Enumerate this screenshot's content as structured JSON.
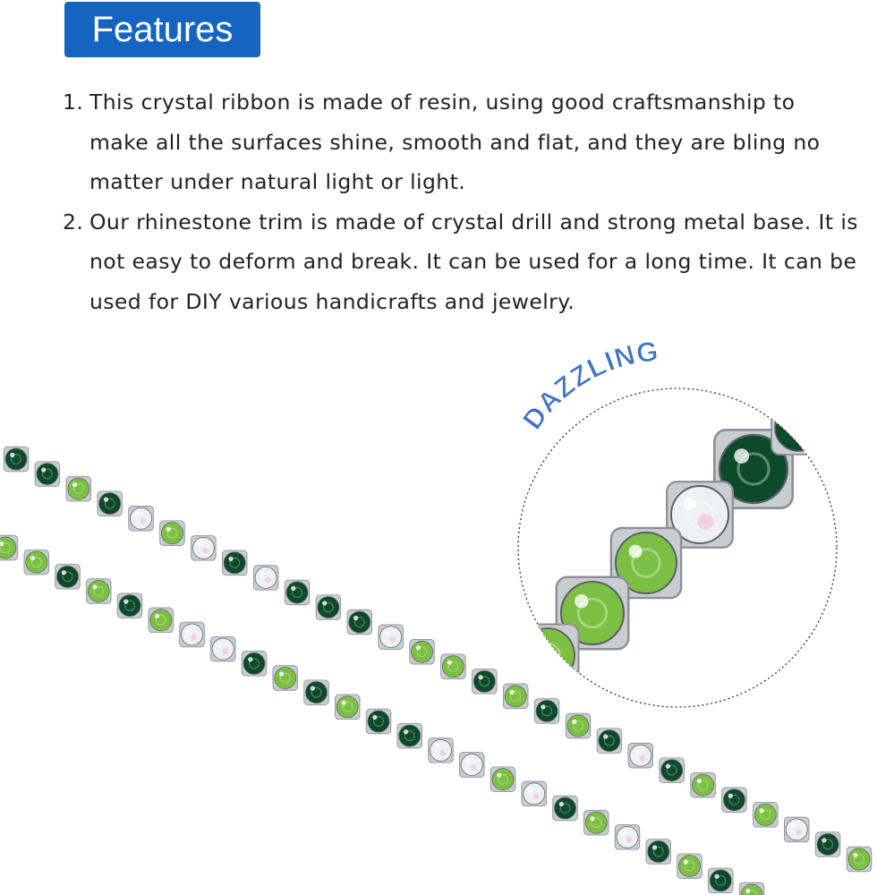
{
  "heading": "Features",
  "items": [
    {
      "number": "1.",
      "lines": [
        "This crystal ribbon is made of resin, using good craftsmanship to",
        "make all the surfaces shine, smooth and flat, and they are bling no",
        "matter under natural light or light."
      ]
    },
    {
      "number": "2.",
      "lines": [
        "Our rhinestone trim is made of crystal drill and strong metal base. It is",
        "not easy to deform and break. It can be used for a long time. It can be",
        "used for DIY various handicrafts and jewelry."
      ]
    }
  ],
  "callout": "DAZZLING",
  "colors": {
    "badge": "#1565c0",
    "text": "#222222",
    "callout": "#3d73c8",
    "stone_dark_green": "#0d4a2a",
    "stone_light_green": "#7cc043",
    "stone_ab_crystal": "#eef0f4",
    "setting_silver": "#c9ccd0"
  }
}
